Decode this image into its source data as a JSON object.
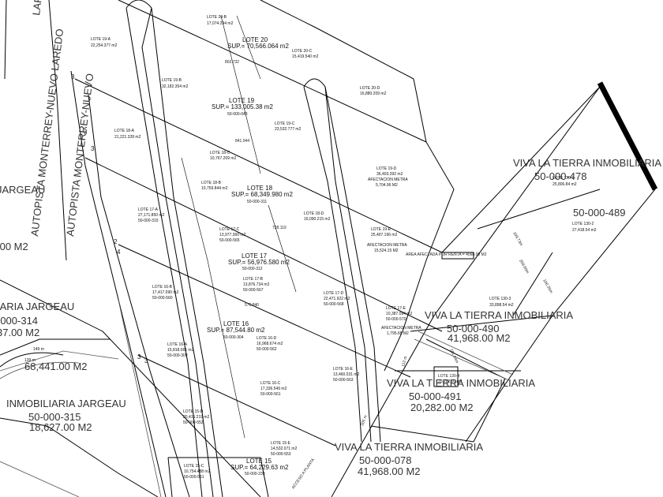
{
  "roads": {
    "main": "AUTOPISTA MONTERREY-NUEVO LAREDO",
    "main_partial": "AUTOPISTA MONTERREY-NUEVO",
    "laredo": "LAREDO",
    "acceso": "ACCESO A PLANTA"
  },
  "lots": [
    {
      "id": "20-B",
      "name": "LOTE 20-B",
      "area": "17,074.294 m2"
    },
    {
      "id": "19-A",
      "name": "LOTE 19-A",
      "area": "22,254.377 m2"
    },
    {
      "id": "20",
      "name": "LOTE 20",
      "sup": "SUP.= 70,566.064 m2"
    },
    {
      "id": "20-C",
      "name": "LOTE 20-C",
      "area": "15,419.540 m2"
    },
    {
      "id": "19-B",
      "name": "LOTE 19-B",
      "area": "32,182.354 m2"
    },
    {
      "id": "20-D",
      "name": "LOTE 20-D",
      "area": "16,880.209 m2"
    },
    {
      "id": "19",
      "name": "LOTE 19",
      "sup": "SUP.= 133,005.38 m2",
      "code": "50-000-043"
    },
    {
      "id": "18-A",
      "name": "LOTE 18-A",
      "area": "21,221.328 m2"
    },
    {
      "id": "19-C",
      "name": "LOTE 19-C",
      "area": "23,532.777 m2"
    },
    {
      "id": "18-C",
      "name": "LOTE 18-C",
      "area": "10,767.209 m2"
    },
    {
      "id": "19-D",
      "name": "LOTE 19-D",
      "area": "36,403.392 m2"
    },
    {
      "id": "18-B",
      "name": "LOTE 18-B",
      "area": "10,759.844 m2"
    },
    {
      "id": "18",
      "name": "LOTE 18",
      "sup": "SUP.= 68,349.980 m2",
      "code": "50-000-311"
    },
    {
      "id": "17-A",
      "name": "LOTE 17-A",
      "area": "27,171.850 m2",
      "code": "50-000-315"
    },
    {
      "id": "18-D",
      "name": "LOTE 18-D",
      "area": "16,090.215 m2"
    },
    {
      "id": "19-E",
      "name": "LOTE 19-E",
      "area": "25,407.196 m2"
    },
    {
      "id": "17-C",
      "name": "LOTE 17-C",
      "area": "13,977.360 m2",
      "code": "50-000-565"
    },
    {
      "id": "17",
      "name": "LOTE 17",
      "sup": "SUP.= 56,976.580 m2",
      "code": "50-000-312"
    },
    {
      "id": "17-B",
      "name": "LOTE 17-B",
      "area": "13,876.734 m2",
      "code": "50-000-567"
    },
    {
      "id": "16-B",
      "name": "LOTE 16-B",
      "area": "17,417.090 m2",
      "code": "50-000-560"
    },
    {
      "id": "17-D",
      "name": "LOTE 17-D",
      "area": "22,471.922 m2",
      "code": "50-000-568"
    },
    {
      "id": "17-E",
      "name": "LOTE 17-E",
      "area": "10,387.084 m2",
      "code": "50-000-570"
    },
    {
      "id": "16",
      "name": "LOTE 16",
      "sup": "SUP.= 87,544.80 m2",
      "code": "50-000-304"
    },
    {
      "id": "16-D",
      "name": "LOTE 16-D",
      "area": "16,968.674 m2",
      "code": "50-000-562"
    },
    {
      "id": "16-A",
      "name": "LOTE 16-A",
      "area": "15,818.061 m2",
      "code": "50-000-309"
    },
    {
      "id": "16-E",
      "name": "LOTE 16-E",
      "area": "13,460.031 m2",
      "code": "50-000-563"
    },
    {
      "id": "16-C",
      "name": "LOTE 16-C",
      "area": "17,336.549 m2",
      "code": "50-000-561"
    },
    {
      "id": "15-D",
      "name": "LOTE 15-D",
      "area": "20,415.219 m2",
      "code": "50-000-552"
    },
    {
      "id": "15-E",
      "name": "LOTE 15-E",
      "area": "14,532.071 m2",
      "code": "50-000-553"
    },
    {
      "id": "15-C",
      "name": "LOTE 15-C",
      "area": "10,754.488 m2",
      "code": "50-000-551"
    },
    {
      "id": "15",
      "name": "LOTE 15",
      "sup": "SUP.= 64,229.63 m2",
      "code": "50-000-239"
    },
    {
      "id": "130-1",
      "name": "LOTE 130-1",
      "area": "25,806.84 m2"
    },
    {
      "id": "130-2",
      "name": "LOTE 130-2",
      "area": "27,418.54 m2"
    },
    {
      "id": "130-3",
      "name": "LOTE 130-3",
      "area": "33,898.54 m2"
    },
    {
      "id": "130-4",
      "name": "LOTE 130-4",
      "area": "20,282.00 m2"
    }
  ],
  "afectaciones": [
    {
      "label": "AFECTACION METRA",
      "area": "5,704.96 M2"
    },
    {
      "label": "AFECTACION METRA",
      "area": "15,524.15 M2"
    },
    {
      "label": "AFECTACION METRA",
      "area": "1,795.68 M2"
    }
  ],
  "area_note": "AREA AFECTADA POR RENTA = 4568.00 M2",
  "owners": [
    {
      "name": "VIVA LA TIERRA INMOBILIARIA",
      "account": "50-000-478"
    },
    {
      "name": "",
      "account": "50-000-489"
    },
    {
      "name": "VIVA LA TIERRA INMOBILIARIA",
      "account": "50-000-490",
      "area": "41,968.00 M2"
    },
    {
      "name": "VIVA LA TIERRA INMOBILIARIA",
      "account": "50-000-491",
      "area": "20,282.00 M2"
    },
    {
      "name": "VIVA LA TIERRA INMOBILIARIA",
      "account": "50-000-078",
      "area": "41,968.00 M2"
    }
  ],
  "jargeau": [
    {
      "name": "JARGEAU"
    },
    {
      "area": ".00 M2"
    },
    {
      "name": "IARIA JARGEAU",
      "account": "-000-314",
      "area": "37.00 M2"
    },
    {
      "area": "68,441.00 M2"
    },
    {
      "name": "INMOBILIARIA JARGEAU",
      "account": "50-000-315",
      "area": "18,627.00 M2"
    }
  ],
  "dimensions": [
    "149 m",
    "139 m",
    "109.73m",
    "209.60m",
    "100.35m",
    "112 m",
    "181.84m",
    "205 m",
    "841.044",
    "802.732",
    "728.119",
    "576.840"
  ],
  "markers": [
    "3",
    "3",
    "3",
    "2",
    "4",
    "3",
    "3"
  ]
}
